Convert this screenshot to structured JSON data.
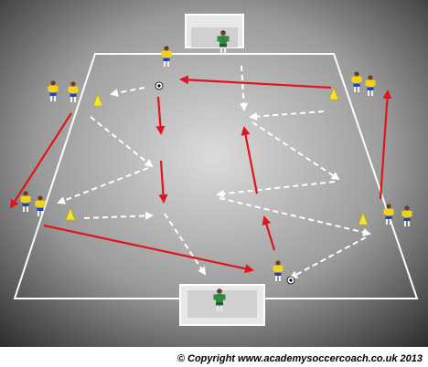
{
  "diagram": {
    "colors": {
      "pitch_dark": "#2a2a2a",
      "pitch_light": "#dcdcdc",
      "lines": "#ffffff",
      "run_arrow": "#e0151b",
      "pass_arrow": "#ffffff",
      "cone": "#f5e42a",
      "attacker_shirt": "#f2d21a",
      "attacker_shorts": "#1f3fbf",
      "keeper_kit": "#2e8b45"
    },
    "pieces": {
      "attacker": "yellow-shirt player",
      "goalkeeper": "green goalkeeper",
      "cone": "yellow marker cone",
      "ball": "soccer ball",
      "goal": "goal net"
    }
  },
  "footer": {
    "copyright": "© Copyright www.academysoccercoach.co.uk 2013"
  }
}
